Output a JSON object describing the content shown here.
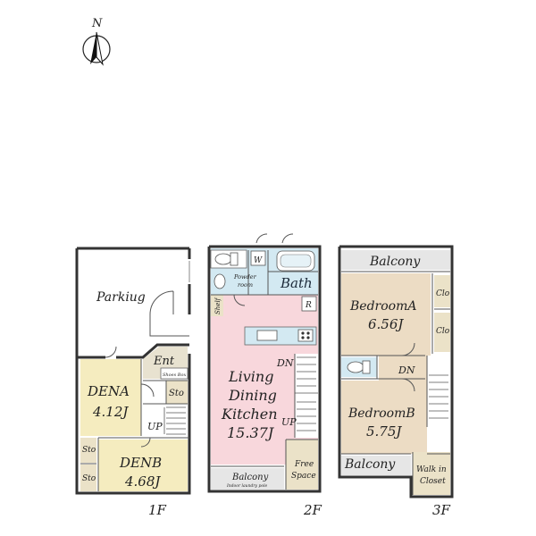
{
  "compass": {
    "label": "N",
    "icon": "north-arrow-icon"
  },
  "colors": {
    "den": "#f5ecbf",
    "living": "#f8d7dc",
    "wet": "#d3e9f2",
    "bedroom": "#ecdcc4",
    "storage": "#ebe2c8",
    "balcony": "#e6e6e6",
    "wall": "#333333"
  },
  "floors": {
    "f1": {
      "label": "1F",
      "rooms": {
        "parking": "Parkiug",
        "entrance": "Ent",
        "shoe_box": "Shoes Box",
        "storage_1": "Sto",
        "den_a_name": "DENA",
        "den_a_size": "4.12J",
        "up": "UP",
        "storage_2": "Sto",
        "storage_3": "Sto",
        "den_b_name": "DENB",
        "den_b_size": "4.68J"
      }
    },
    "f2": {
      "label": "2F",
      "rooms": {
        "washer": "W",
        "powder_room_1": "Powder",
        "powder_room_2": "room",
        "bath": "Bath",
        "shelf": "Shelf",
        "refrigerator": "R",
        "dn": "DN",
        "up": "UP",
        "ldk_1": "Living",
        "ldk_2": "Dining",
        "ldk_3": "Kitchen",
        "ldk_size": "15.37J",
        "free_space_1": "Free",
        "free_space_2": "Space",
        "balcony": "Balcony",
        "balcony_note": "Indoor laundry pole"
      }
    },
    "f3": {
      "label": "3F",
      "rooms": {
        "balcony_top": "Balcony",
        "bedroom_a_name": "BedroomA",
        "bedroom_a_size": "6.56J",
        "closet_1": "Clo",
        "closet_2": "Clo",
        "dn": "DN",
        "bedroom_b_name": "BedroomB",
        "bedroom_b_size": "5.75J",
        "balcony_bottom": "Balcony",
        "walk_in_1": "Walk in",
        "walk_in_2": "Closet"
      }
    }
  }
}
